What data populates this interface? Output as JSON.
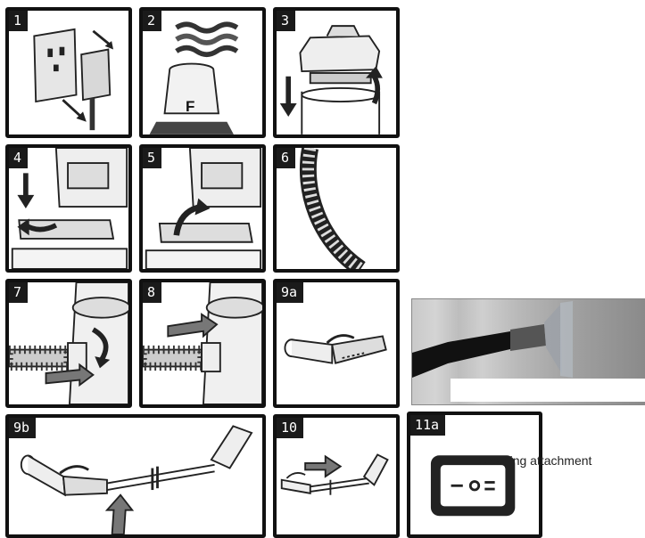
{
  "steps": [
    {
      "label": "1"
    },
    {
      "label": "2"
    },
    {
      "label": "3"
    },
    {
      "label": "4"
    },
    {
      "label": "5"
    },
    {
      "label": "6"
    },
    {
      "label": "7"
    },
    {
      "label": "8"
    },
    {
      "label": "9a"
    },
    {
      "label": "9b"
    },
    {
      "label": "10"
    },
    {
      "label": "11a"
    }
  ],
  "filter_letter": "F",
  "photo": {
    "caption": "Cleaning attachment"
  },
  "colors": {
    "frame": "#111111",
    "ink": "#1a1a1a",
    "photo_bg": "#b0b0b0"
  }
}
